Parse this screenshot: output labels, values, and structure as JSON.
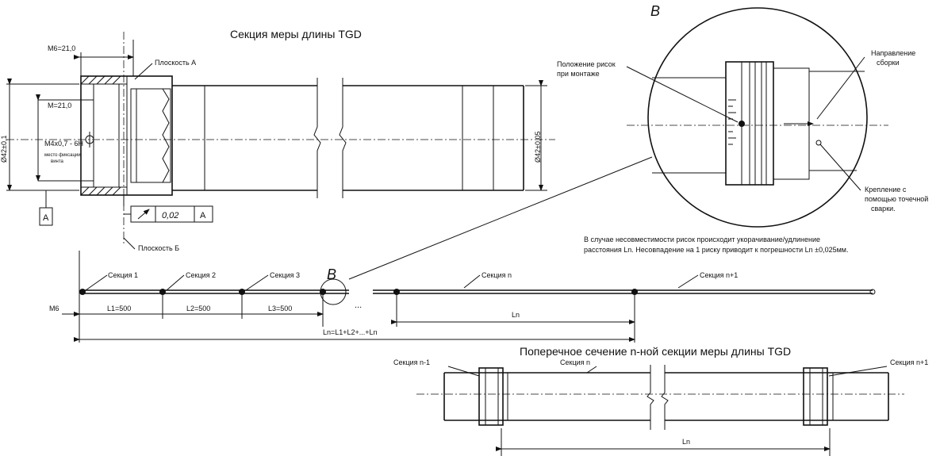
{
  "titles": {
    "main": "Секция меры длины TGD",
    "cross_section": "Поперечное сечение  n-ной секции меры длины TGD",
    "detail_letter": "B"
  },
  "detail": {
    "marks_position": [
      "Положение рисок",
      "при монтаже"
    ],
    "assembly_direction": [
      "Направление",
      "сборки"
    ],
    "fastening": [
      "Крепление с",
      "помощью точечной",
      "сварки."
    ],
    "note": [
      "В случае несовместимости рисок происходит укорачивание/удлинение",
      "расстояния Ln. Несовпадение на 1 риску приводит к погрешности Ln ±0,025мм."
    ]
  },
  "section_drawing": {
    "dim_top": "M6=21,0",
    "plane_a": "Плоскость A",
    "plane_b": "Плоскость Б",
    "dim_m": "M=21,0",
    "thread": "M4x0,7 - 6H",
    "thread_note": [
      "место фиксации",
      "винта"
    ],
    "dim_left": "Ø42±0,1",
    "dim_right": "Ø42±0,05",
    "datum": "A",
    "tolerance": {
      "value": "0,02",
      "datum": "A"
    }
  },
  "assembly": {
    "labels": [
      "Секция 1",
      "Секция 2",
      "Секция 3",
      "Секция n",
      "Секция n+1"
    ],
    "marker": "B",
    "dims": [
      "M6",
      "L1=500",
      "L2=500",
      "L3=500",
      "Ln",
      "Ln=L1+L2+...+Ln"
    ],
    "dots": "..."
  },
  "cross": {
    "left": "Секция n-1",
    "middle": "Секция n",
    "right": "Секция n+1",
    "dim": "Ln"
  }
}
